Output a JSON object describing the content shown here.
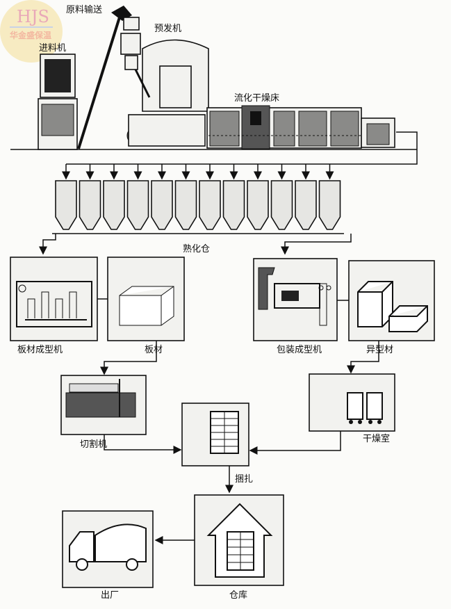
{
  "logo": {
    "brand": "华金盛保温",
    "mark": "HJS",
    "color": "#f6e7b8"
  },
  "labels": {
    "raw_material_conveying": "原料输送",
    "pre_expander": "预发机",
    "feeder": "进料机",
    "fluidized_dryer": "流化干燥床",
    "aging_silo": "熟化仓",
    "board_molding_machine": "板材成型机",
    "board": "板材",
    "packaging_molding_machine": "包装成型机",
    "shaped_parts": "异型材",
    "cutting_machine": "切割机",
    "drying_room": "干燥室",
    "bundling": "捆扎",
    "warehouse": "仓库",
    "shipping": "出厂"
  },
  "silo_count": 12
}
